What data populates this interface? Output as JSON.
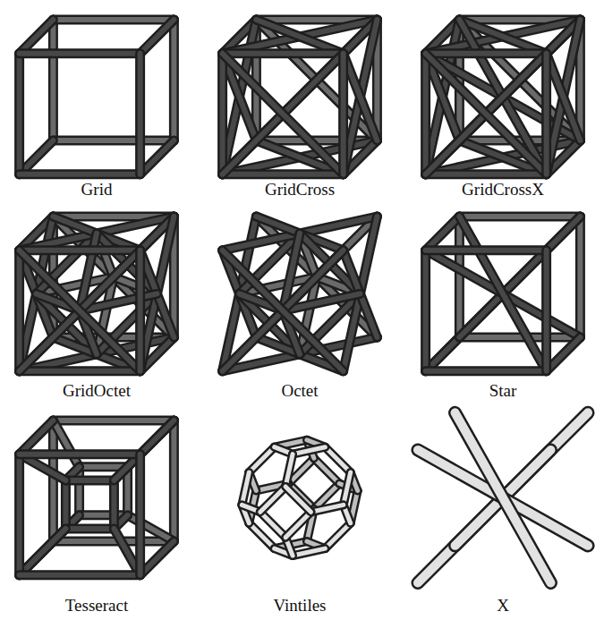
{
  "diagram": {
    "labels": [
      "Grid",
      "GridCross",
      "GridCrossX",
      "GridOctet",
      "Octet",
      "Star",
      "Tesseract",
      "Vintiles",
      "X"
    ]
  }
}
